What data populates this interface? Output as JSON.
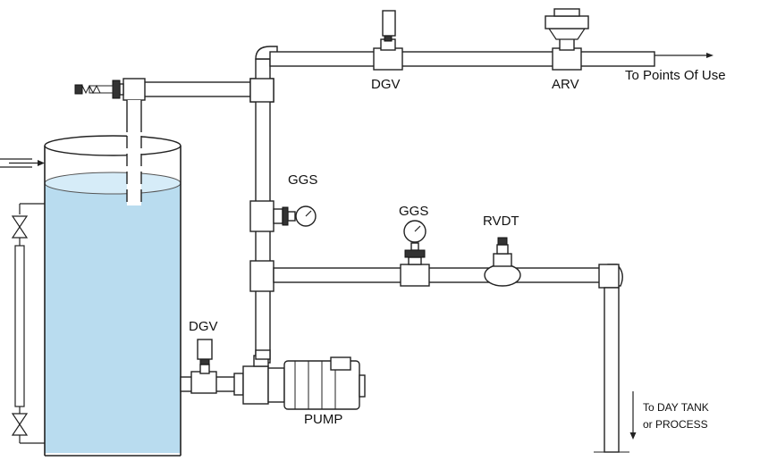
{
  "labels": {
    "dgv_top": "DGV",
    "arv": "ARV",
    "points_of_use": "To Points Of Use",
    "ggs_vertical": "GGS",
    "ggs_horizontal": "GGS",
    "rvdt": "RVDT",
    "dgv_pump": "DGV",
    "pump": "PUMP",
    "day_tank_line1": "To DAY TANK",
    "day_tank_line2": "or PROCESS"
  },
  "colors": {
    "water": "#b9dcef",
    "water_surface": "#d6ecf8",
    "line": "#222222"
  }
}
